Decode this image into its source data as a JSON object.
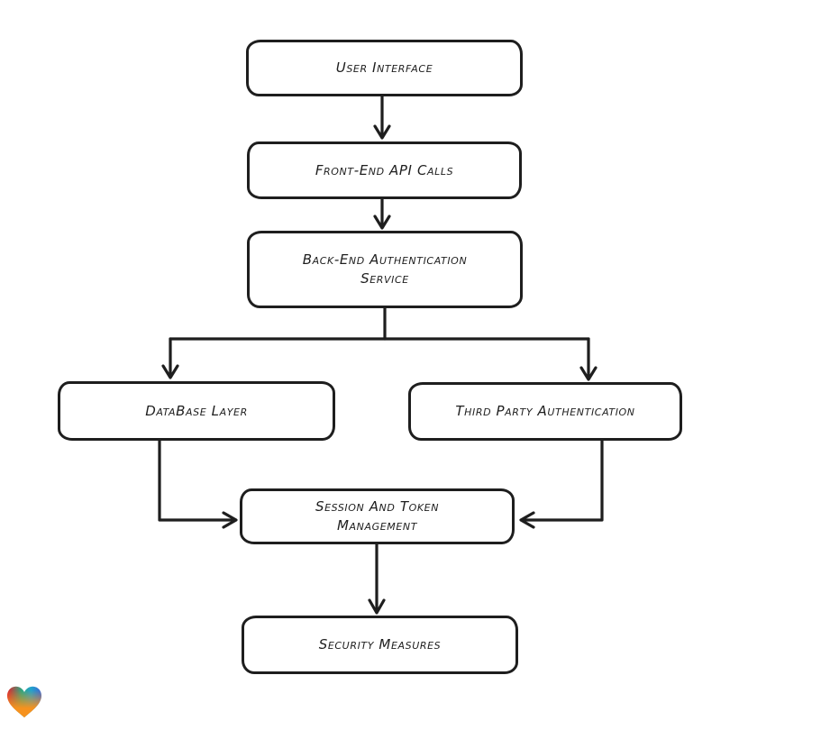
{
  "diagram": {
    "type": "flowchart",
    "style": "hand-drawn",
    "nodes": [
      {
        "id": "user-interface",
        "label": "User Interface"
      },
      {
        "id": "front-end-api-calls",
        "label": "Front-End API Calls"
      },
      {
        "id": "back-end-authentication-service",
        "label": "Back-End Authentication Service"
      },
      {
        "id": "database-layer",
        "label": "DataBase Layer"
      },
      {
        "id": "third-party-authentication",
        "label": "Third Party Authentication"
      },
      {
        "id": "session-and-token-management",
        "label": "Session And Token Management"
      },
      {
        "id": "security-measures",
        "label": "Security Measures"
      }
    ],
    "edges": [
      {
        "from": "user-interface",
        "to": "front-end-api-calls"
      },
      {
        "from": "front-end-api-calls",
        "to": "back-end-authentication-service"
      },
      {
        "from": "back-end-authentication-service",
        "to": "database-layer"
      },
      {
        "from": "back-end-authentication-service",
        "to": "third-party-authentication"
      },
      {
        "from": "database-layer",
        "to": "session-and-token-management"
      },
      {
        "from": "third-party-authentication",
        "to": "session-and-token-management"
      },
      {
        "from": "session-and-token-management",
        "to": "security-measures"
      }
    ],
    "colors": {
      "stroke": "#1e1e1e",
      "node_fill": "#ffffff",
      "background": "#ffffff",
      "logo_red": "#e6232c",
      "logo_teal": "#2fa77f",
      "logo_cyan": "#22a3cd",
      "logo_blue": "#3d66d3",
      "logo_orange": "#f6921e"
    },
    "logo": {
      "name": "gradient-heart-logo"
    }
  }
}
